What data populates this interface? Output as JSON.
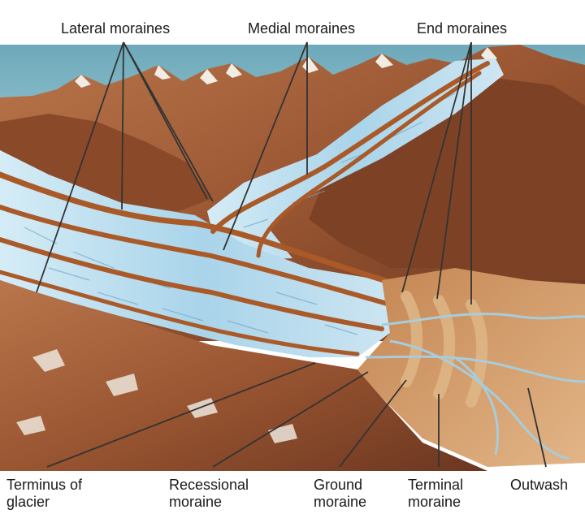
{
  "labels": {
    "lateral_moraines": "Lateral moraines",
    "medial_moraines": "Medial moraines",
    "end_moraines": "End moraines",
    "terminus_line1": "Terminus of",
    "terminus_line2": "glacier",
    "recessional_line1": "Recessional",
    "recessional_line2": "moraine",
    "ground_line1": "Ground",
    "ground_line2": "moraine",
    "terminal_line1": "Terminal",
    "terminal_line2": "moraine",
    "outwash": "Outwash"
  },
  "colors": {
    "sky": "#7fb8c6",
    "rock": "#a8643d",
    "rock_dark": "#6e3a20",
    "snow": "#f3efe8",
    "ice": "#bfe0f0",
    "ice_shadow": "#7fb6d6",
    "moraine": "#b5672f",
    "outwash_plain": "#d9a877",
    "meltwater": "#9fc4d4",
    "leader": "#333333"
  }
}
